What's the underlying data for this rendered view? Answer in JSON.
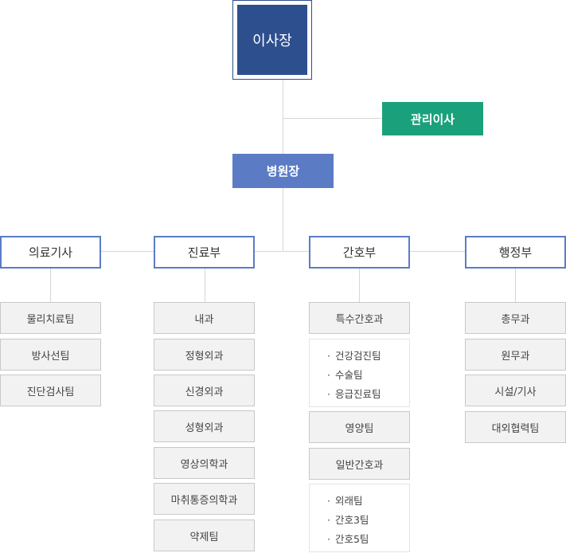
{
  "ceo": "이사장",
  "director": "관리이사",
  "hospital": "병원장",
  "departments": [
    {
      "name": "의료기사",
      "units": [
        "물리치료팀",
        "방사선팀",
        "진단검사팀"
      ]
    },
    {
      "name": "진료부",
      "units": [
        "내과",
        "정형외과",
        "신경외과",
        "성형외과",
        "영상의학과",
        "마취통증의학과",
        "약제팀"
      ]
    },
    {
      "name": "간호부",
      "unit_a": "특수간호과",
      "sub_a": [
        "건강검진팀",
        "수술팀",
        "응급진료팀"
      ],
      "unit_b": "영양팀",
      "unit_c": "일반간호과",
      "sub_c": [
        "외래팀",
        "간호3팀",
        "간호5팀"
      ]
    },
    {
      "name": "행정부",
      "units": [
        "총무과",
        "원무과",
        "시설/기사",
        "대외협력팀"
      ]
    }
  ]
}
